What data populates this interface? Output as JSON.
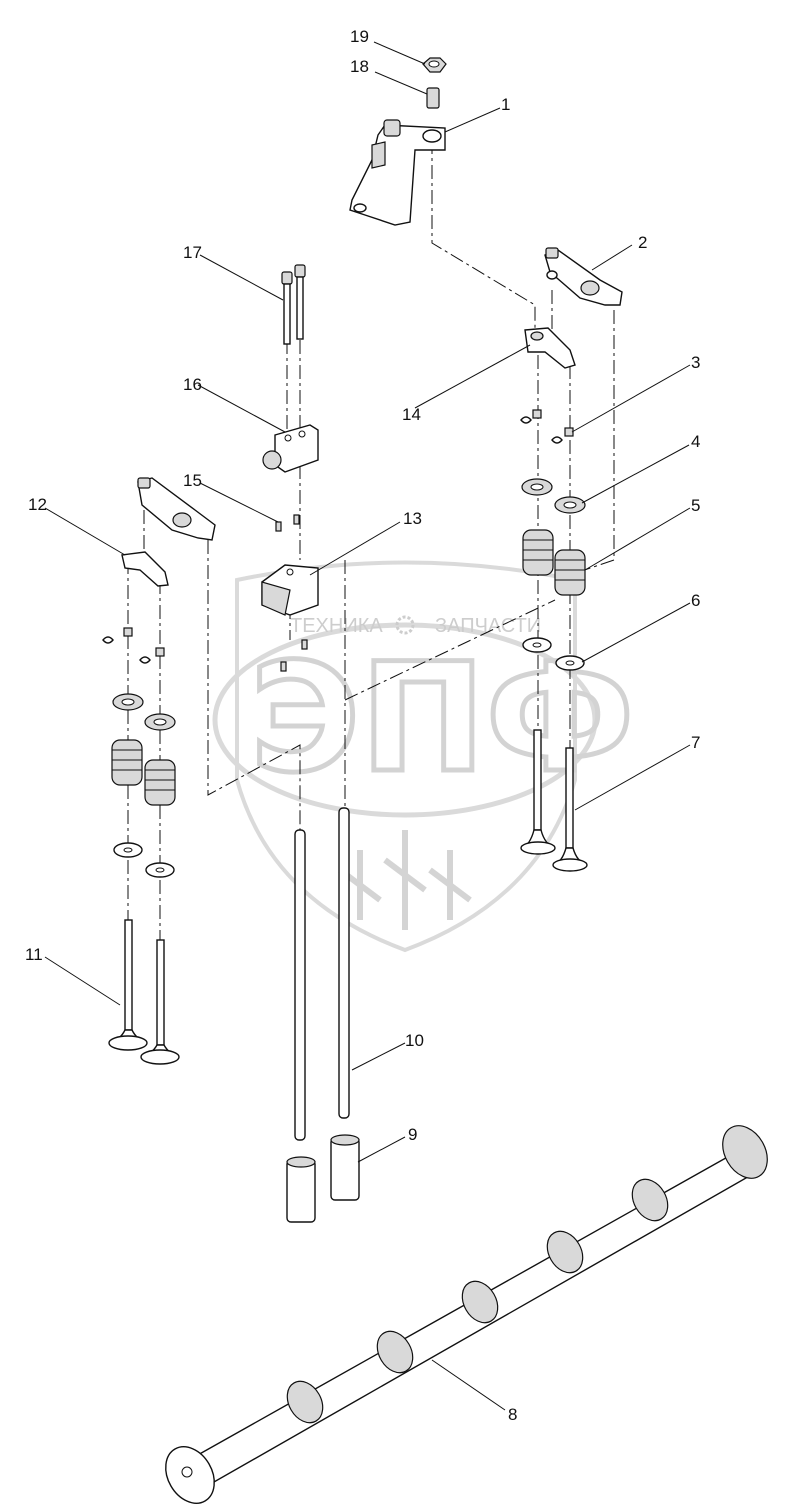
{
  "watermark": {
    "left_text": "ТЕХНИКА",
    "right_text": "ЗАПЧАСТИ",
    "logo_text": "ЭПФ"
  },
  "callouts": [
    {
      "id": "1",
      "label": "1"
    },
    {
      "id": "2",
      "label": "2"
    },
    {
      "id": "3",
      "label": "3"
    },
    {
      "id": "4",
      "label": "4"
    },
    {
      "id": "5",
      "label": "5"
    },
    {
      "id": "6",
      "label": "6"
    },
    {
      "id": "7",
      "label": "7"
    },
    {
      "id": "8",
      "label": "8"
    },
    {
      "id": "9",
      "label": "9"
    },
    {
      "id": "10",
      "label": "10"
    },
    {
      "id": "11",
      "label": "11"
    },
    {
      "id": "12",
      "label": "12"
    },
    {
      "id": "13",
      "label": "13"
    },
    {
      "id": "14",
      "label": "14"
    },
    {
      "id": "15",
      "label": "15"
    },
    {
      "id": "16",
      "label": "16"
    },
    {
      "id": "17",
      "label": "17"
    },
    {
      "id": "18",
      "label": "18"
    },
    {
      "id": "19",
      "label": "19"
    }
  ]
}
